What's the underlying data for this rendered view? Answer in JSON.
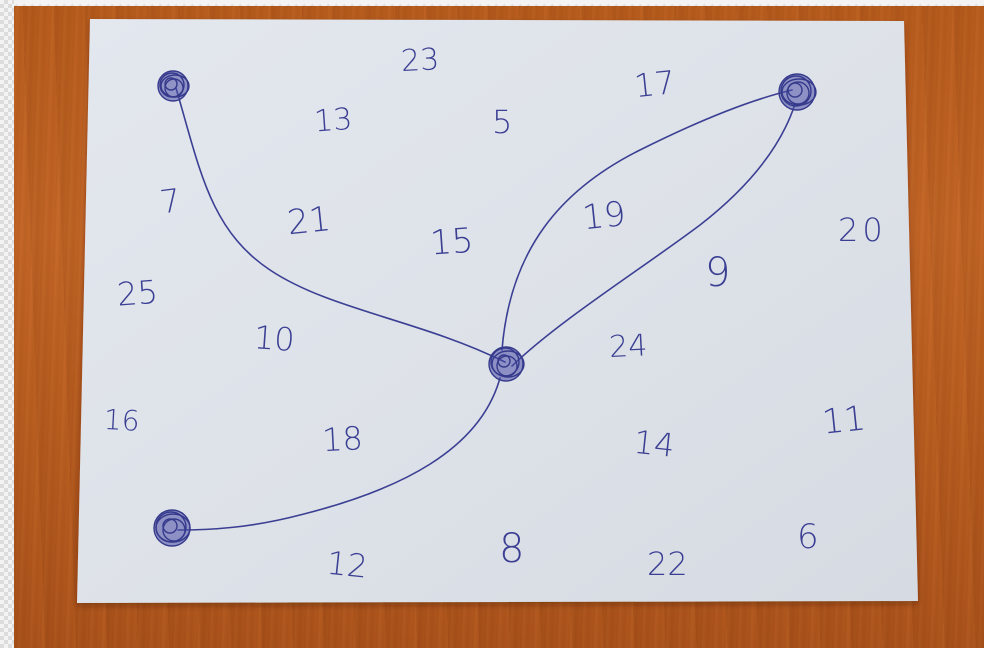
{
  "scene": {
    "description_kind": "photo",
    "ink_color": "#3b3f93",
    "paper_color": "#dfe3ea",
    "table_color": "#b85d20"
  },
  "numbers": [
    {
      "id": "n23",
      "text": "23"
    },
    {
      "id": "n13",
      "text": "13"
    },
    {
      "id": "n5",
      "text": "5"
    },
    {
      "id": "n17",
      "text": "17"
    },
    {
      "id": "n7",
      "text": "7"
    },
    {
      "id": "n21",
      "text": "21"
    },
    {
      "id": "n15",
      "text": "15"
    },
    {
      "id": "n19",
      "text": "19"
    },
    {
      "id": "n20",
      "text": "20"
    },
    {
      "id": "n25",
      "text": "25"
    },
    {
      "id": "n9",
      "text": "9"
    },
    {
      "id": "n10",
      "text": "10"
    },
    {
      "id": "n24",
      "text": "24"
    },
    {
      "id": "n16",
      "text": "16"
    },
    {
      "id": "n18",
      "text": "18"
    },
    {
      "id": "n14",
      "text": "14"
    },
    {
      "id": "n11",
      "text": "11"
    },
    {
      "id": "n12",
      "text": "12"
    },
    {
      "id": "n8",
      "text": "8"
    },
    {
      "id": "n22",
      "text": "22"
    },
    {
      "id": "n6",
      "text": "6"
    }
  ]
}
